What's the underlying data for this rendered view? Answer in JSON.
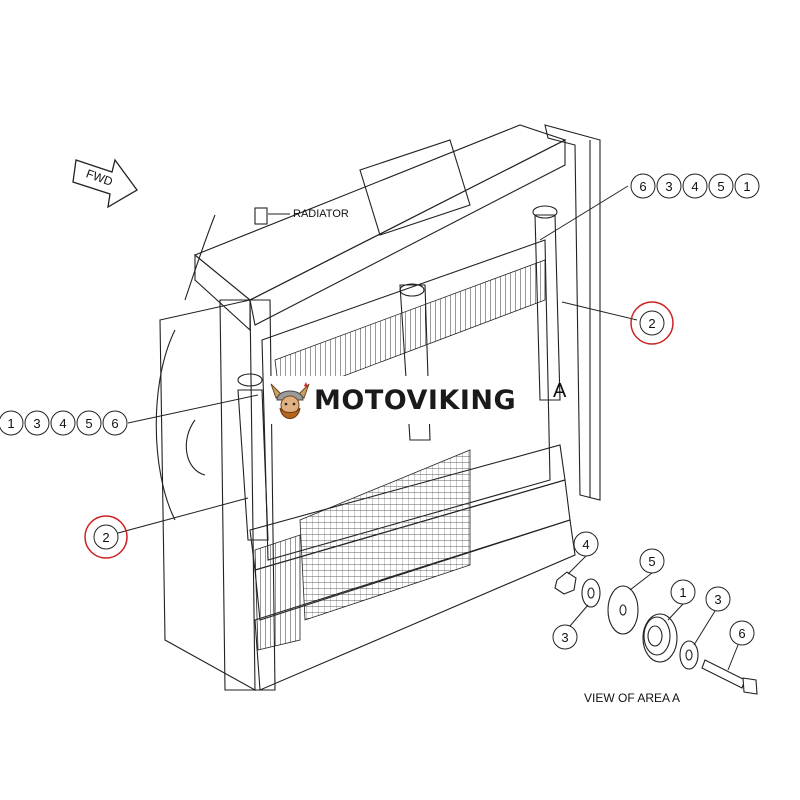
{
  "labels": {
    "radiator": "RADIATOR",
    "fwd": "FWD",
    "area_marker": "A",
    "view_caption": "VIEW OF AREA A"
  },
  "callouts": {
    "top_right": [
      "6",
      "3",
      "4",
      "5",
      "1"
    ],
    "left": [
      "1",
      "3",
      "4",
      "5",
      "6"
    ],
    "right_circled": "2",
    "left_circled": "2"
  },
  "exploded_view": {
    "part_4": "4",
    "part_5": "5",
    "part_1": "1",
    "part_3_right": "3",
    "part_3_left": "3",
    "part_6": "6"
  },
  "watermark": {
    "text": "MOTOVIKING",
    "logo_icon": "viking-helmet-icon"
  },
  "colors": {
    "line": "#222222",
    "highlight_circle": "#cc2222",
    "watermark_text": "#1a1a1a"
  }
}
